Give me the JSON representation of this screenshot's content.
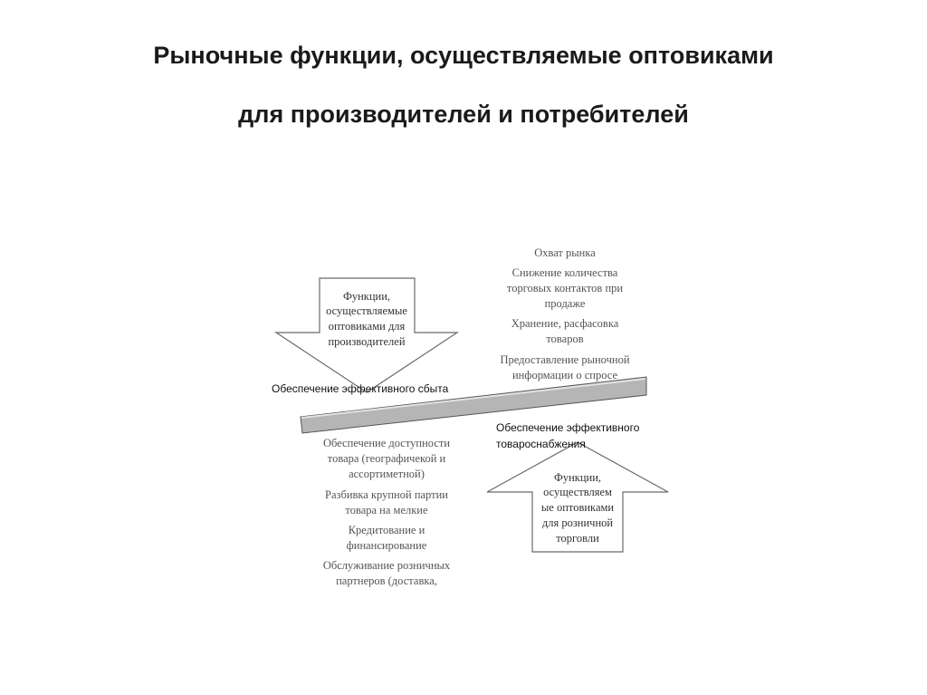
{
  "title": {
    "line1": "Рыночные функции, осуществляемые оптовиками",
    "line2": "для производителей и потребителей"
  },
  "producer_arrow": {
    "lines": [
      "Функции,",
      "осуществляемые",
      "оптовиками для",
      "производителей"
    ]
  },
  "retail_arrow": {
    "lines": [
      "Функции,",
      "осуществляем",
      "ые оптовиками",
      "для розничной",
      "торговли"
    ]
  },
  "label_sales": "Обеспечение эффективного сбыта",
  "label_supply": {
    "lines": [
      "Обеспечение эффективного",
      "товароснабжения"
    ]
  },
  "producer_functions": [
    {
      "lines": [
        "Охват рынка"
      ]
    },
    {
      "lines": [
        "Снижение количества",
        "торговых контактов при",
        "продаже"
      ]
    },
    {
      "lines": [
        "Хранение, расфасовка",
        "товаров"
      ]
    },
    {
      "lines": [
        "Предоставление рыночной",
        "информации о спросе"
      ]
    }
  ],
  "retail_functions": [
    {
      "lines": [
        "Обеспечение доступности",
        "товара (географичекой и",
        "ассортиметной)"
      ]
    },
    {
      "lines": [
        "Разбивка крупной партии",
        "товара на мелкие"
      ]
    },
    {
      "lines": [
        "Кредитование и",
        "финансирование"
      ]
    },
    {
      "lines": [
        "Обслуживание розничных",
        "партнеров (доставка,"
      ]
    }
  ],
  "colors": {
    "beam_fill": "#b5b5b5",
    "arrow_stroke": "#6a6a6a",
    "text_gray": "#555555"
  }
}
